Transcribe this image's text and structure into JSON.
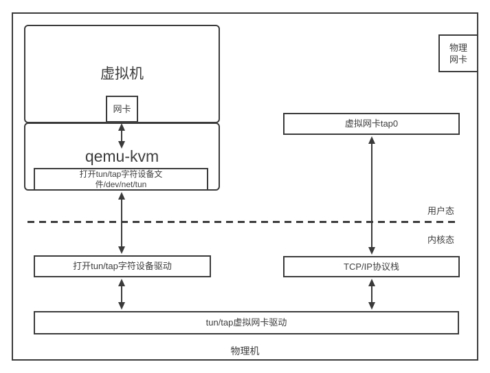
{
  "diagram": {
    "physical_machine_label": "物理机",
    "vm": {
      "label": "虚拟机",
      "nic_label": "网卡"
    },
    "qemu": {
      "label": "qemu-kvm",
      "tun_file_label": "打开tun/tap字符设备文\n件/dev/net/tun"
    },
    "tap0_label": "虚拟网卡tap0",
    "physical_nic_label": "物理\n网卡",
    "user_mode_label": "用户态",
    "kernel_mode_label": "内核态",
    "open_tun_driver_label": "打开tun/tap字符设备驱动",
    "tcpip_stack_label": "TCP/IP协议栈",
    "tun_driver_label": "tun/tap虚拟网卡驱动",
    "colors": {
      "stroke": "#3a3a3a",
      "background": "#ffffff"
    }
  }
}
